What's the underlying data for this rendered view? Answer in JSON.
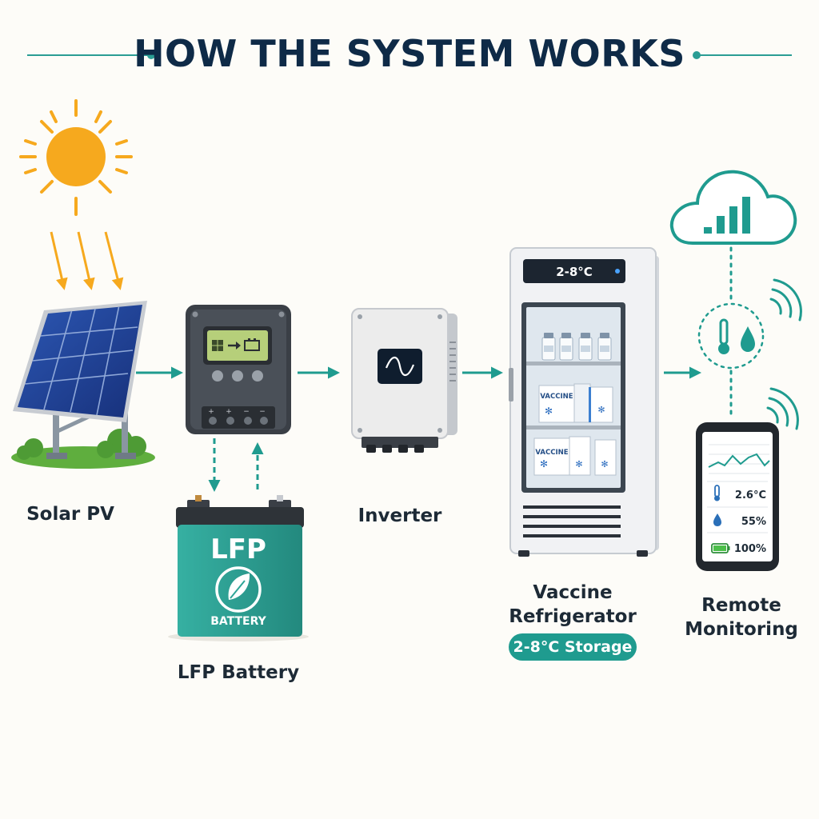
{
  "title": "HOW THE SYSTEM WORKS",
  "nodes": {
    "solar": {
      "label": "Solar PV"
    },
    "battery": {
      "label": "LFP Battery",
      "body_top": "LFP",
      "body_bottom": "BATTERY"
    },
    "inverter": {
      "label": "Inverter"
    },
    "fridge": {
      "label_line1": "Vaccine",
      "label_line2": "Refrigerator",
      "badge": "2-8°C Storage",
      "display": "2-8°C",
      "box_label_1": "VACCINE",
      "box_label_2": "VACCINE"
    },
    "monitor": {
      "label_line1": "Remote",
      "label_line2": "Monitoring",
      "temperature": "2.6°C",
      "humidity": "55%",
      "battery_level": "100%"
    }
  },
  "colors": {
    "accent": "#1f9b8f",
    "title": "#0e2a47",
    "sun": "#f6a91e",
    "battery": "#2fa597",
    "panel": "#1d3f8f"
  }
}
